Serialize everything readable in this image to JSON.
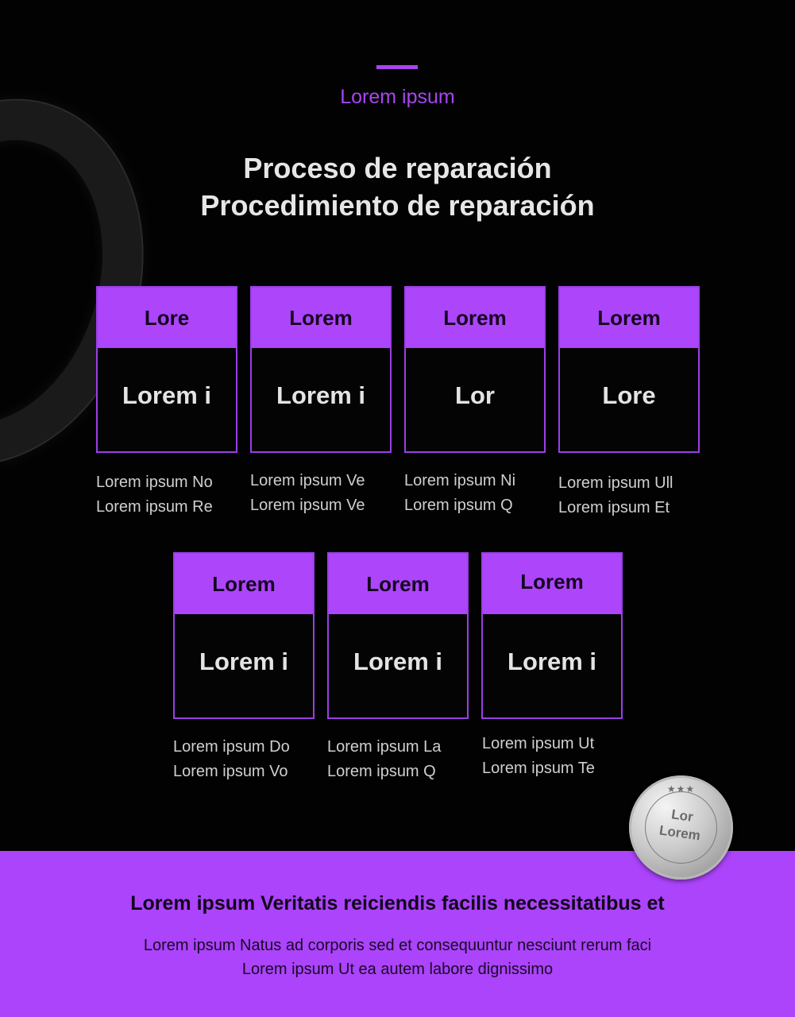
{
  "header": {
    "eyebrow": "Lorem ipsum",
    "title_line1": "Proceso de reparación",
    "title_line2": "Procedimiento de reparación",
    "accent_color": "#a646f0"
  },
  "steps_row1": [
    {
      "head": "Lore",
      "body": "Lorem i",
      "desc1": "Lorem ipsum No",
      "desc2": "Lorem ipsum Re"
    },
    {
      "head": "Lorem",
      "body": "Lorem i",
      "desc1": "Lorem ipsum Ve",
      "desc2": "Lorem ipsum Ve"
    },
    {
      "head": "Lorem",
      "body": "Lor",
      "desc1": "Lorem ipsum Ni",
      "desc2": "Lorem ipsum Q"
    },
    {
      "head": "Lorem",
      "body": "Lore",
      "desc1": "Lorem ipsum Ull",
      "desc2": "Lorem ipsum Et"
    }
  ],
  "steps_row2": [
    {
      "head": "Lorem",
      "body": "Lorem i",
      "desc1": "Lorem ipsum Do",
      "desc2": "Lorem ipsum Vo"
    },
    {
      "head": "Lorem",
      "body": "Lorem i",
      "desc1": "Lorem ipsum La",
      "desc2": "Lorem ipsum Q"
    },
    {
      "head": "Lorem",
      "body": "Lorem i",
      "desc1": "Lorem ipsum Ut",
      "desc2": "Lorem ipsum Te"
    }
  ],
  "medal": {
    "stars": "★★★",
    "line1": "Lor",
    "line2": "Lorem"
  },
  "footer": {
    "title": "Lorem ipsum Veritatis reiciendis facilis necessitatibus et",
    "line1": "Lorem ipsum Natus ad corporis sed et consequuntur nesciunt rerum faci",
    "line2": "Lorem ipsum Ut ea autem labore dignissimo",
    "background_color": "#ab44fa"
  }
}
